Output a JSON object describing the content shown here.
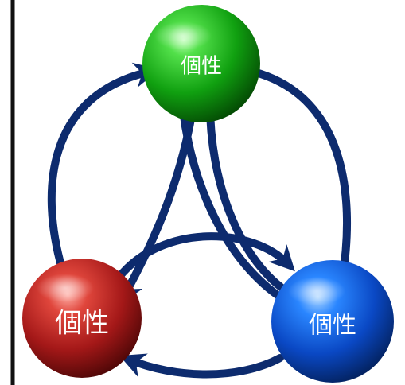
{
  "nodes": [
    {
      "id": "top",
      "label": "個性",
      "color": "#1fb81f"
    },
    {
      "id": "left",
      "label": "個性",
      "color": "#c41f1f"
    },
    {
      "id": "right",
      "label": "個性",
      "color": "#1058d8"
    }
  ],
  "arrow_color": "#0d2b6e",
  "border_color": "#111111"
}
